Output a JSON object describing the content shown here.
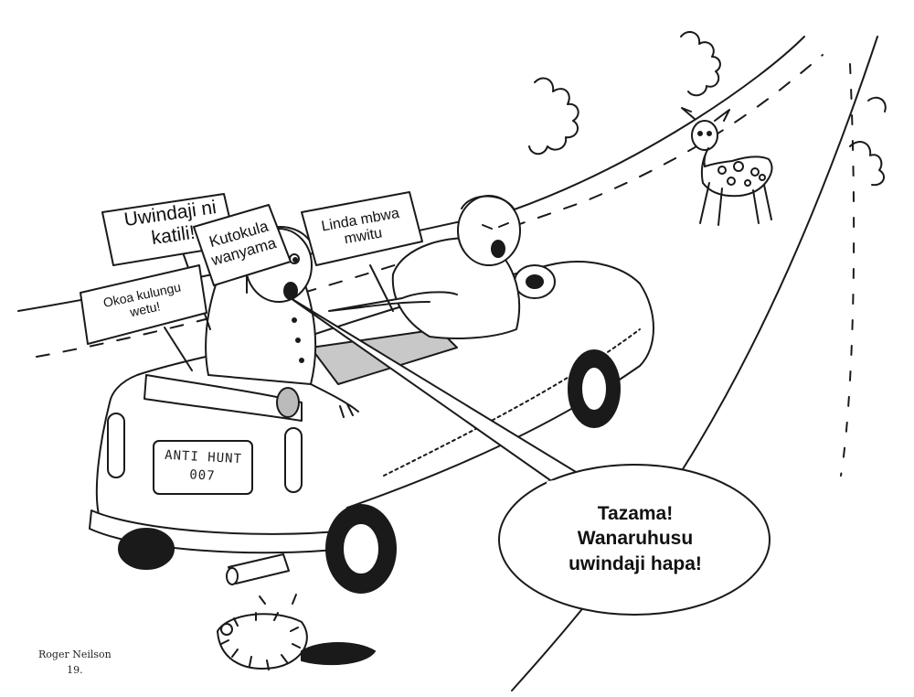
{
  "signs": {
    "ukatili": "Uwindaji ni\nkatili!",
    "wanyama": "Kutokula\nwanyama",
    "mbwa": "Linda mbwa\nmwitu",
    "kulungu": "Okoa kulungu\nwetu!"
  },
  "speech_bubble": {
    "line1": "Tazama!",
    "line2": "Wanaruhusu",
    "line3": "uwindaji hapa!"
  },
  "license_plate": {
    "line1": "ANTI HUNT",
    "line2": "007"
  },
  "signature": {
    "name": "Roger Neilson",
    "year": "19."
  }
}
